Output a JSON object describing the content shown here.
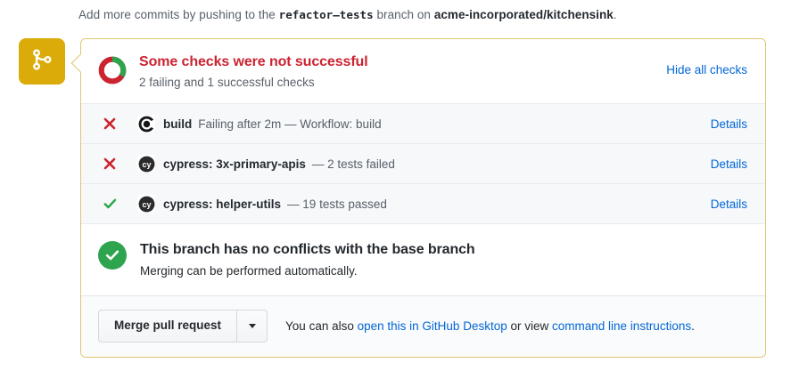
{
  "commit_line": {
    "prefix": "Add more commits by pushing to the",
    "branch": "refactor–tests",
    "middle": "branch on",
    "repo": "acme-incorporated/kitchensink",
    "suffix": "."
  },
  "status_badge": {
    "icon": "git-merge-icon",
    "color": "#dbab09"
  },
  "checks": {
    "title": "Some checks were not successful",
    "subtitle": "2 failing and 1 successful checks",
    "title_color": "#cb2431",
    "hide_all_label": "Hide all checks",
    "donut": {
      "failing_color": "#cb2431",
      "success_color": "#2ea44f",
      "success_fraction": 0.333
    },
    "rows": [
      {
        "state": "failure",
        "state_icon": "x-icon",
        "avatar_icon": "circleci-icon",
        "name": "build",
        "description": "Failing after 2m — Workflow: build",
        "details_label": "Details"
      },
      {
        "state": "failure",
        "state_icon": "x-icon",
        "avatar_icon": "cypress-icon",
        "name": "cypress: 3x-primary-apis",
        "description": "— 2 tests failed",
        "details_label": "Details"
      },
      {
        "state": "success",
        "state_icon": "check-icon",
        "avatar_icon": "cypress-icon",
        "name": "cypress: helper-utils",
        "description": "— 19 tests passed",
        "details_label": "Details"
      }
    ]
  },
  "conflicts": {
    "icon": "check-circle-icon",
    "icon_color": "#2ea44f",
    "title": "This branch has no conflicts with the base branch",
    "subtitle": "Merging can be performed automatically."
  },
  "footer": {
    "merge_label": "Merge pull request",
    "caret_icon": "chevron-down-icon",
    "note_prefix": "You can also",
    "desktop_link": "open this in GitHub Desktop",
    "note_middle": "or view",
    "cli_link": "command line instructions",
    "note_suffix": "."
  }
}
